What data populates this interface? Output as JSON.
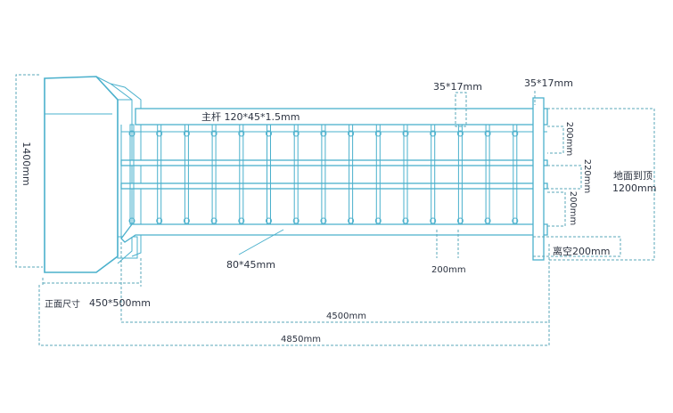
{
  "labels": {
    "height": "1400mm",
    "main_bar": "主杆  120*45*1.5mm",
    "post_left": "35*17mm",
    "post_right": "35*17mm",
    "gap_top": "200mm",
    "gap_mid": "220mm",
    "gap_low": "200mm",
    "ground_title": "地面到顶",
    "ground_value": "1200mm",
    "rail_size": "80*45mm",
    "spacing": "200mm",
    "clearance": "离空200mm",
    "front_size_title": "正面尺寸",
    "front_size_value": "450*500mm",
    "arm_length": "4500mm",
    "total_length": "4850mm"
  },
  "colors": {
    "outline": "#4ab0cc",
    "dimension": "#5aa7b8",
    "text": "#2b3240"
  },
  "fence": {
    "baluster_count": 15
  }
}
